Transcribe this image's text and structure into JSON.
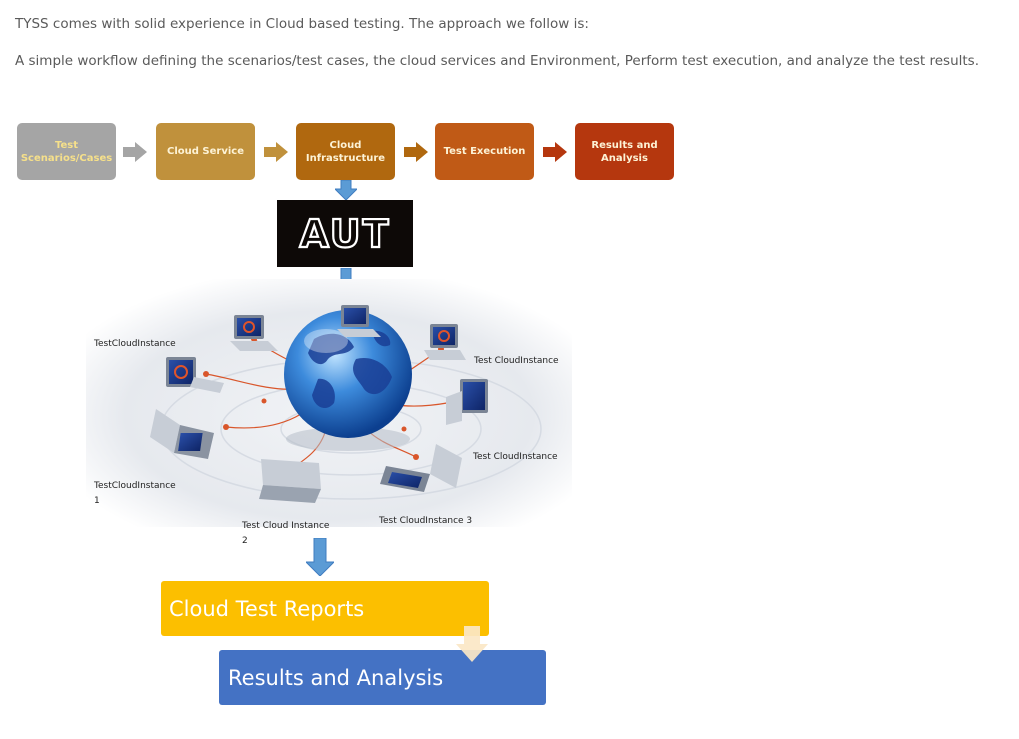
{
  "intro": {
    "line1": "TYSS comes with solid experience in Cloud based testing. The approach we follow is:",
    "line2": "A simple workflow defining the scenarios/test cases, the cloud services and Environment, Perform test execution, and analyze the test results."
  },
  "workflow": {
    "steps": [
      {
        "label": "Test\nScenarios/Cases",
        "bg": "#a5a5a5",
        "fg": "#f6e08a"
      },
      {
        "label": "Cloud Service",
        "bg": "#c0913c",
        "fg": "#fdf3d6"
      },
      {
        "label": "Cloud\nInfrastructure",
        "bg": "#b0680f",
        "fg": "#fdf3d6"
      },
      {
        "label": "Test Execution",
        "bg": "#c05a16",
        "fg": "#fdf3d6"
      },
      {
        "label": "Results and\nAnalysis",
        "bg": "#b5370e",
        "fg": "#fdf3d6"
      }
    ],
    "arrow_colors": [
      "#a5a5a5",
      "#c0913c",
      "#b0680f",
      "#b5370e"
    ]
  },
  "aut": {
    "label": "AUT"
  },
  "cloud_instances": {
    "top_left": "TestCloudInstance",
    "top_right": "Test CloudInstance",
    "mid_right": "Test CloudInstance",
    "bottom_left": "TestCloudInstance\n1",
    "bottom_center": "Test Cloud Instance\n2",
    "bottom_right": "Test CloudInstance 3"
  },
  "reports": {
    "cloud_test_reports": "Cloud Test Reports",
    "results_and_analysis": "Results and Analysis"
  },
  "colors": {
    "blue_arrow": "#5b9bd5",
    "reports_bg": "#fcbf00",
    "results_bg": "#4472c4"
  }
}
